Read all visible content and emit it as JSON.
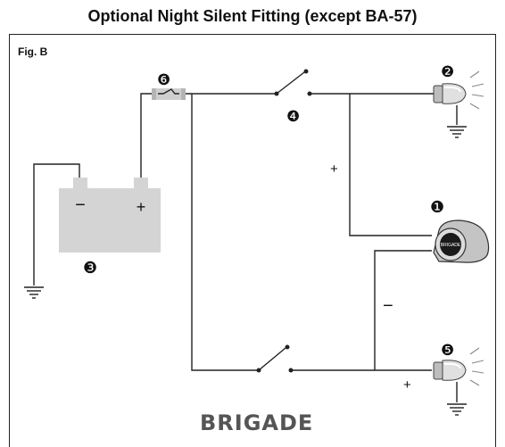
{
  "title": "Optional Night Silent Fitting (except BA-57)",
  "figure_label": "Fig. B",
  "battery": {
    "neg_label": "−",
    "pos_label": "+",
    "color": "#d4d4d4",
    "callout": "❸"
  },
  "components": {
    "alarm_callout": "❶",
    "alarm_text": "BRIGADE",
    "light_top_callout": "❷",
    "switch_top_callout": "❹",
    "light_bottom_callout": "❺",
    "fuse_callout": "❻"
  },
  "polarity": {
    "alarm_pos": "+",
    "alarm_neg": "−",
    "light_bottom_pos": "+"
  },
  "brand_logo": "BRIGADE"
}
